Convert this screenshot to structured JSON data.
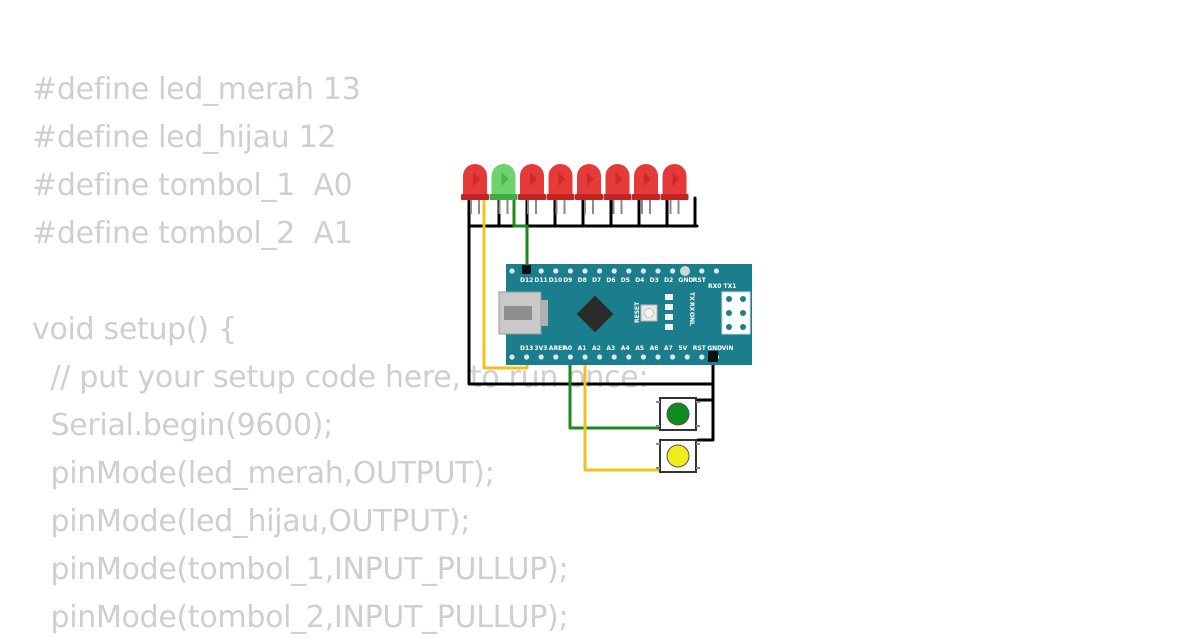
{
  "code_lines": [
    "#define led_merah 13",
    "#define led_hijau 12",
    "#define tombol_1  A0",
    "#define tombol_2  A1",
    "",
    "void setup() {",
    "  // put your setup code here, to run once:",
    "  Serial.begin(9600);",
    "  pinMode(led_merah,OUTPUT);",
    "  pinMode(led_hijau,OUTPUT);",
    "  pinMode(tombol_1,INPUT_PULLUP);",
    "  pinMode(tombol_2,INPUT_PULLUP);"
  ],
  "board": {
    "top_pin_labels": [
      "D12",
      "D11",
      "D10",
      "D9",
      "D8",
      "D7",
      "D6",
      "D5",
      "D4",
      "D3",
      "D2",
      "GND",
      "RST"
    ],
    "bottom_pin_labels": [
      "D13",
      "3V3",
      "AREF",
      "A0",
      "A1",
      "A2",
      "A3",
      "A4",
      "A5",
      "A6",
      "A7",
      "5V",
      "RST",
      "GND",
      "VIN"
    ],
    "serial_label": "RX0 TX1",
    "reset_label": "RESET",
    "led_labels": [
      "TX",
      "RX",
      "ON",
      "L"
    ],
    "color": "#1b7e8c"
  },
  "leds": [
    {
      "color": "red"
    },
    {
      "color": "green"
    },
    {
      "color": "red"
    },
    {
      "color": "red"
    },
    {
      "color": "red"
    },
    {
      "color": "red"
    },
    {
      "color": "red"
    },
    {
      "color": "red"
    }
  ],
  "buttons": [
    {
      "cap_color": "#0f8a1e"
    },
    {
      "cap_color": "#f2ec1b"
    }
  ],
  "wire_colors": {
    "gnd": "#000000",
    "green": "#1a8a1a",
    "yellow": "#f2c21b"
  }
}
